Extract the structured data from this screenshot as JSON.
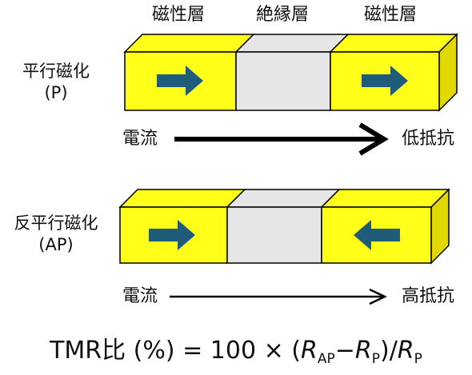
{
  "layer_labels": [
    "磁性層",
    "絶縁層",
    "磁性層"
  ],
  "parallel": {
    "label_line1": "平行磁化",
    "label_line2": "(P)",
    "current_label": "電流",
    "resistance_label": "低抵抗",
    "left_arrow": "right",
    "right_arrow": "right"
  },
  "antiparallel": {
    "label_line1": "反平行磁化",
    "label_line2": "(AP)",
    "current_label": "電流",
    "resistance_label": "高抵抗",
    "left_arrow": "right",
    "right_arrow": "left"
  },
  "formula": {
    "prefix": "TMR比 (%) = 100 × (",
    "r1": "R",
    "sub1": "AP",
    "minus": "−",
    "r2": "R",
    "sub2": "P",
    "mid": ")/",
    "r3": "R",
    "sub3": "P"
  },
  "colors": {
    "magnetic": "#FFFF1A",
    "magnetic_side": "#E0D800",
    "insulator": "#E6E6E6",
    "arrow": "#1F5C7A",
    "outline": "#000000"
  }
}
